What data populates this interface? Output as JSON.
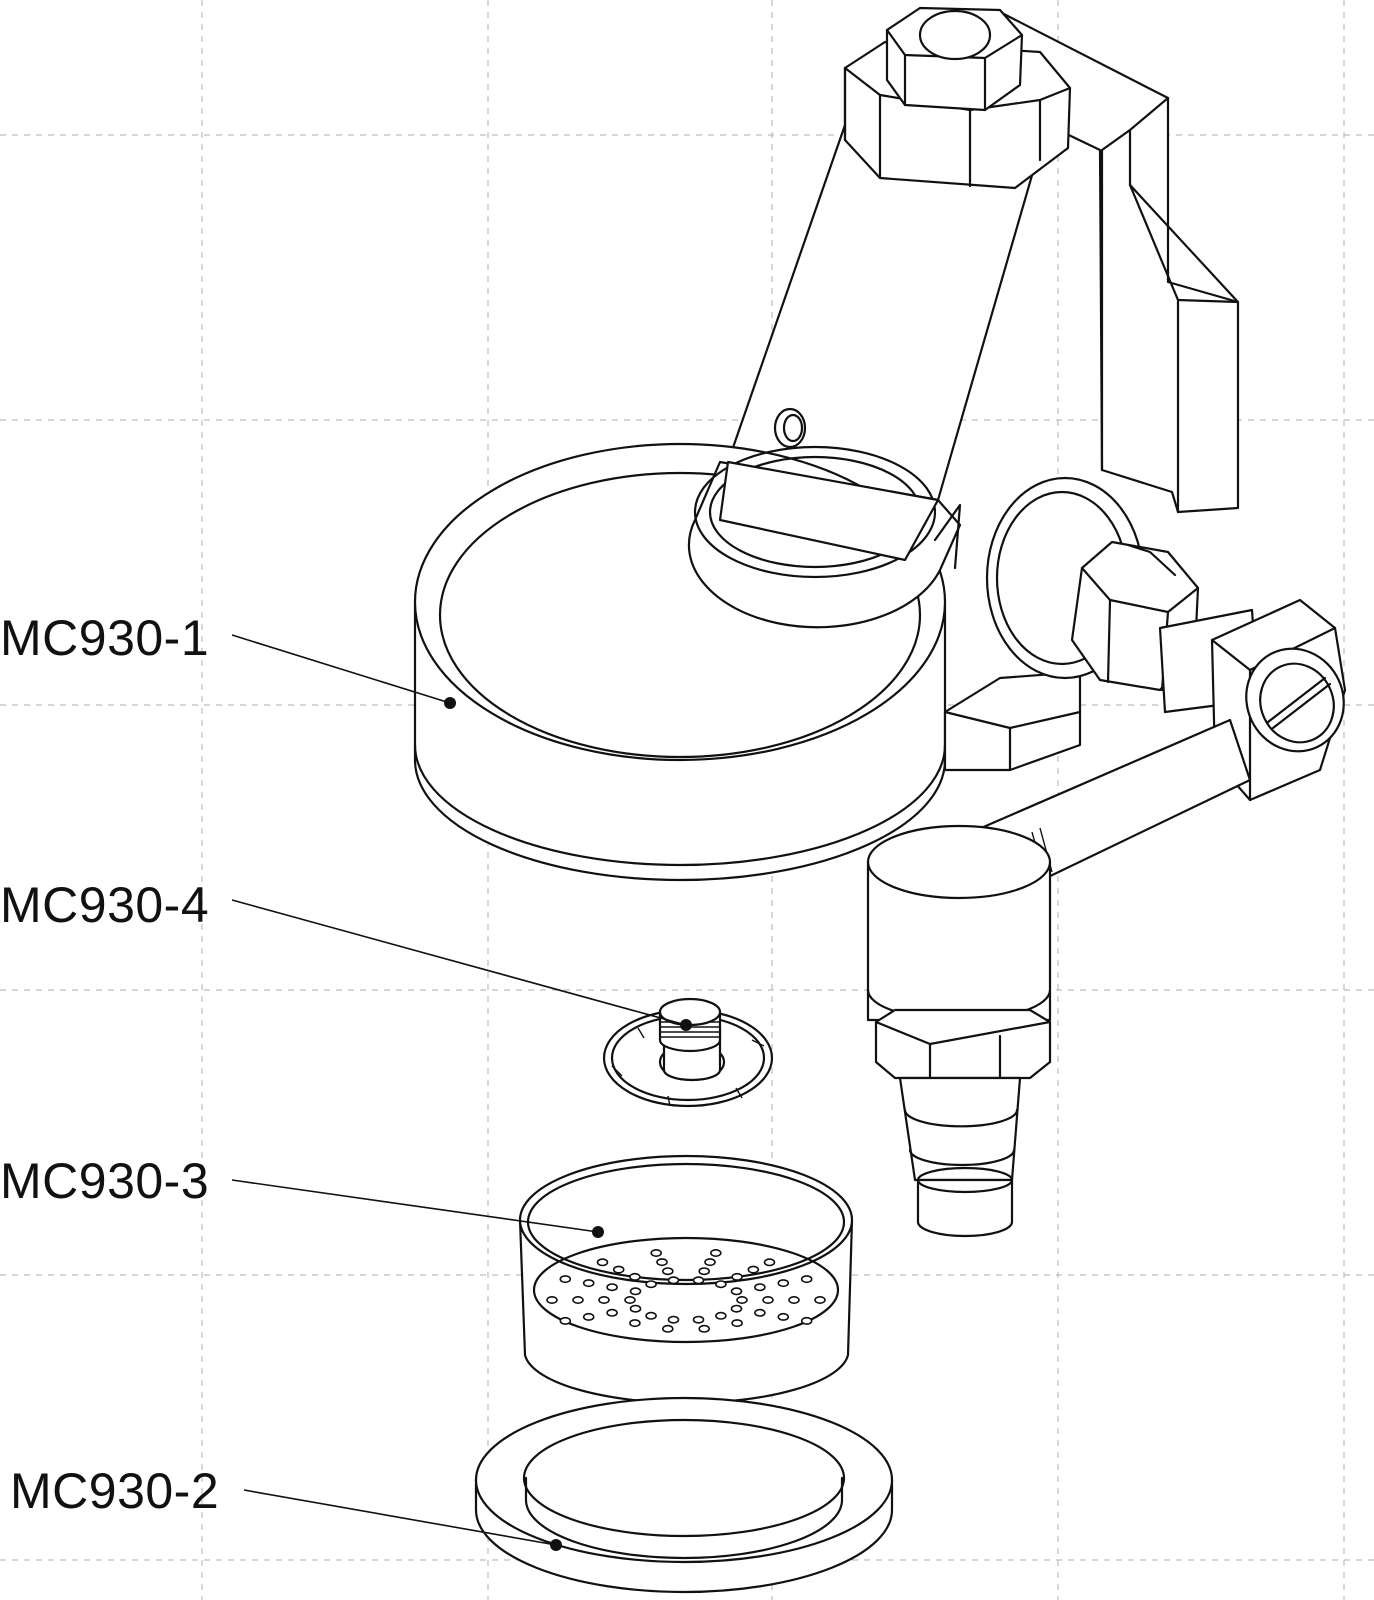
{
  "parts": [
    {
      "id": "part-1",
      "label": "MC930-1"
    },
    {
      "id": "part-4",
      "label": "MC930-4"
    },
    {
      "id": "part-3",
      "label": "MC930-3"
    },
    {
      "id": "part-2",
      "label": "MC930-2"
    }
  ],
  "style": {
    "line_color": "#111111",
    "grid_color": "#bdbdbd",
    "background": "#ffffff"
  }
}
